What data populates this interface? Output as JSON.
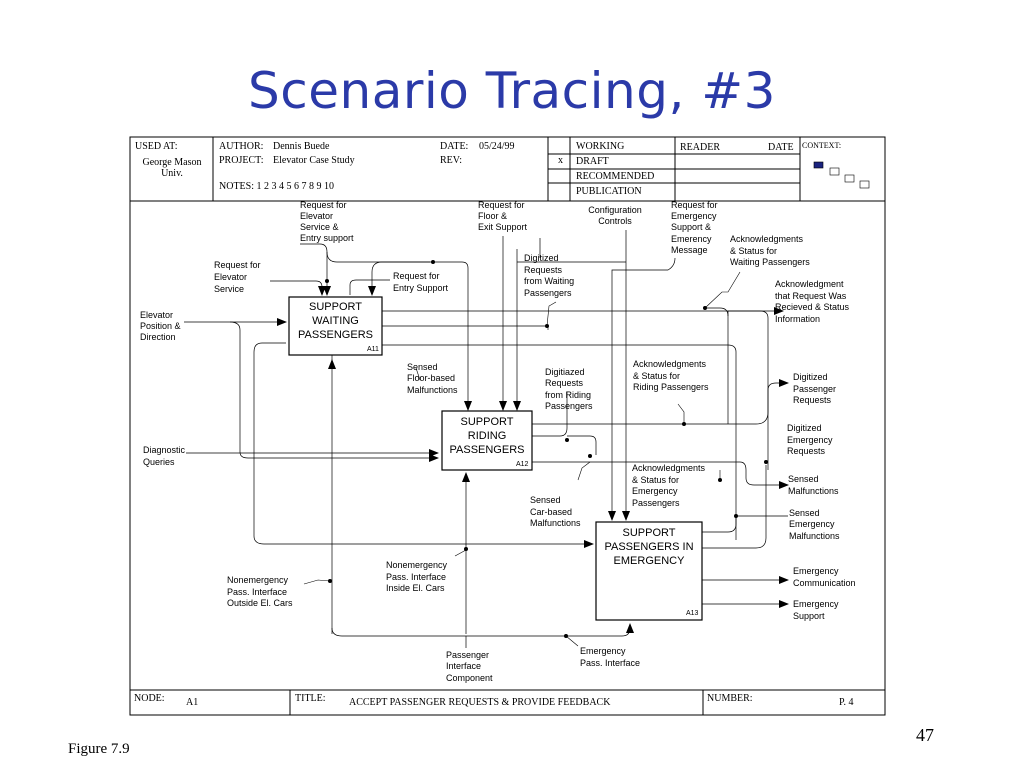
{
  "slide": {
    "title": "Scenario Tracing, #3",
    "figure_caption": "Figure 7.9",
    "page_number": "47",
    "title_color": "#2b3aa8"
  },
  "header": {
    "used_at_label": "USED AT:",
    "used_at_line1": "George Mason",
    "used_at_line2": "Univ.",
    "author_label": "AUTHOR:",
    "author": "Dennis Buede",
    "project_label": "PROJECT:",
    "project": "Elevator Case Study",
    "notes": "NOTES:  1  2  3  4  5  6  7  8  9  10",
    "date_label": "DATE:",
    "date": "05/24/99",
    "rev_label": "REV:",
    "status_options": [
      "WORKING",
      "DRAFT",
      "RECOMMENDED",
      "PUBLICATION"
    ],
    "status_mark": "x",
    "reader_label": "READER",
    "reader_date_label": "DATE",
    "context_label": "CONTEXT:",
    "context_colors": [
      "#1a237e",
      "#ffffff",
      "#ffffff",
      "#ffffff"
    ]
  },
  "footer": {
    "node_label": "NODE:",
    "node": "A1",
    "title_label": "TITLE:",
    "title": "ACCEPT PASSENGER REQUESTS & PROVIDE FEEDBACK",
    "number_label": "NUMBER:",
    "number": "P. 4"
  },
  "boxes": {
    "a11": {
      "lines": [
        "SUPPORT",
        "WAITING",
        "PASSENGERS"
      ],
      "id": "A11"
    },
    "a12": {
      "lines": [
        "SUPPORT",
        "RIDING",
        "PASSENGERS"
      ],
      "id": "A12"
    },
    "a13": {
      "lines": [
        "SUPPORT",
        "PASSENGERS IN",
        "EMERGENCY"
      ],
      "id": "A13"
    }
  },
  "labels": {
    "req_elev_entry": [
      "Request for",
      "Elevator",
      "Service &",
      "Entry support"
    ],
    "req_floor_exit": [
      "Request for",
      "Floor &",
      "Exit Support"
    ],
    "config": [
      "Configuration",
      "Controls"
    ],
    "req_emergency": [
      "Request for",
      "Emergency",
      "Support &",
      "Emerency",
      "Message"
    ],
    "ack_waiting": [
      "Acknowledgments",
      "& Status for",
      "Waiting Passengers"
    ],
    "req_elev_service": [
      "Request for",
      "Elevator",
      "Service"
    ],
    "req_entry": [
      "Request for",
      "Entry Support"
    ],
    "digitized_waiting": [
      "Digitized",
      "Requests",
      "from Waiting",
      "Passengers"
    ],
    "ack_request": [
      "Acknowledgment",
      "that Request Was",
      "Recieved & Status",
      "Information"
    ],
    "elevator_position": [
      "Elevator",
      "Position &",
      "Direction"
    ],
    "sensed_floor": [
      "Sensed",
      "Floor-based",
      "Malfunctions"
    ],
    "digitized_riding": [
      "Digitiazed",
      "Requests",
      "from Riding",
      "Passengers"
    ],
    "ack_riding": [
      "Acknowledgments",
      "& Status for",
      "Riding Passengers"
    ],
    "digitized_passenger": [
      "Digitized",
      "Passenger",
      "Requests"
    ],
    "digitized_emergency": [
      "Digitized",
      "Emergency",
      "Requests"
    ],
    "diagnostic": [
      "Diagnostic",
      "Queries"
    ],
    "ack_emergency": [
      "Acknowledgments",
      "& Status for",
      "Emergency",
      "Passengers"
    ],
    "sensed_malf": [
      "Sensed",
      "Malfunctions"
    ],
    "sensed_car": [
      "Sensed",
      "Car-based",
      "Malfunctions"
    ],
    "sensed_emerg_malf": [
      "Sensed",
      "Emergency",
      "Malfunctions"
    ],
    "nonemerg_inside": [
      "Nonemergency",
      "Pass. Interface",
      "Inside El. Cars"
    ],
    "nonemerg_outside": [
      "Nonemergency",
      "Pass. Interface",
      "Outside El. Cars"
    ],
    "emerg_comm": [
      "Emergency",
      "Communication"
    ],
    "emerg_support": [
      "Emergency",
      "Support"
    ],
    "passenger_interface": [
      "Passenger",
      "Interface",
      "Component"
    ],
    "emerg_pass_interface": [
      "Emergency",
      "Pass. Interface"
    ]
  }
}
